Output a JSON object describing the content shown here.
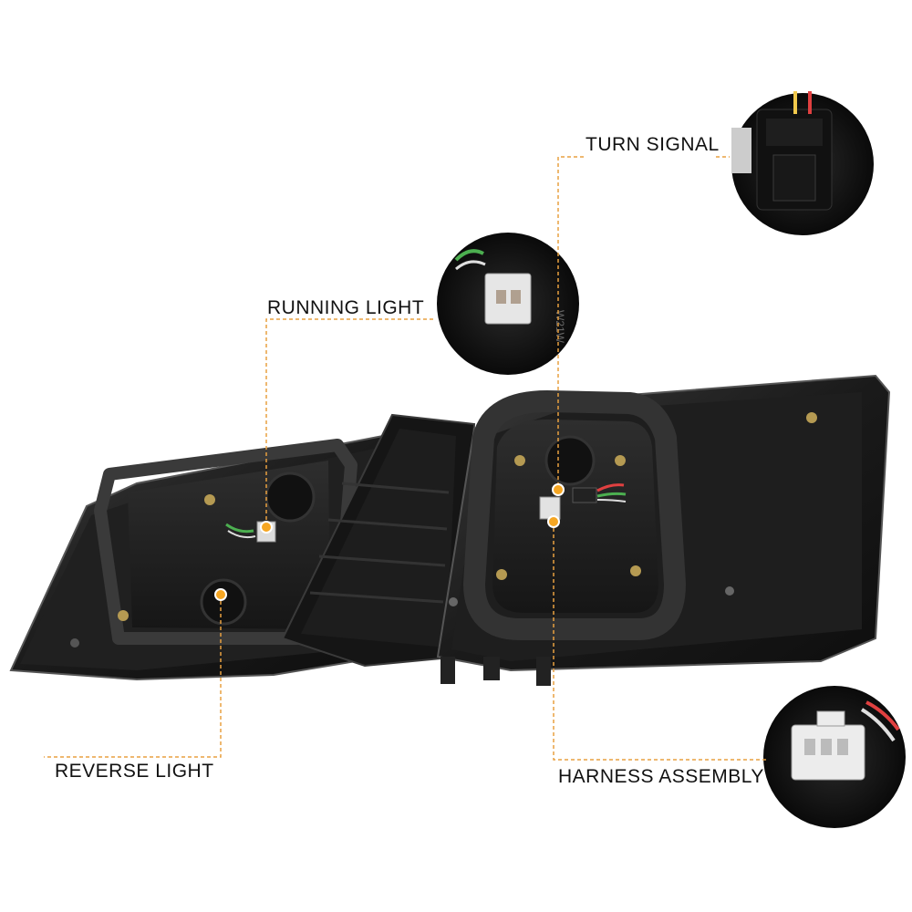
{
  "callouts": {
    "turn_signal": {
      "label": "TURN SIGNAL"
    },
    "running_light": {
      "label": "RUNNING LIGHT",
      "bulb_marking": "W21W"
    },
    "reverse_light": {
      "label": "REVERSE LIGHT"
    },
    "harness_assembly": {
      "label": "HARNESS ASSEMBLY"
    }
  },
  "colors": {
    "callout_line": "#e8a040",
    "marker_dot": "#f5a623",
    "housing": "#1c1c1c",
    "gasket": "#2a2a2a",
    "connector": "#e8e8e8"
  }
}
